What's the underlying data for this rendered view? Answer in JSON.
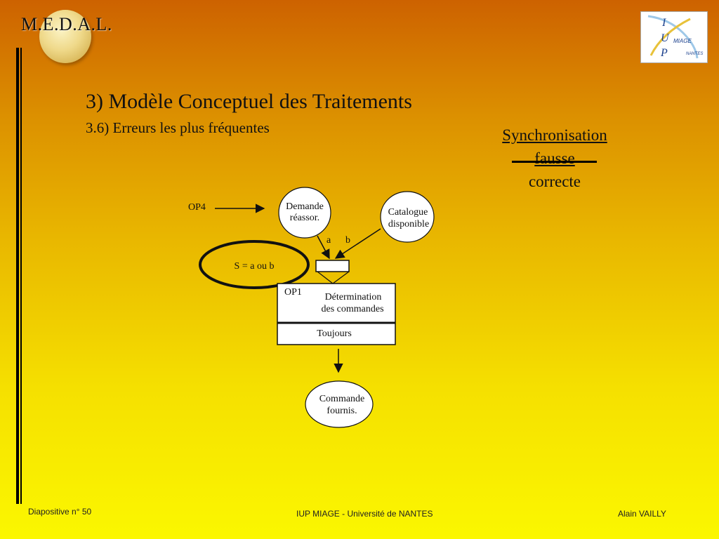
{
  "header": {
    "title": "M.E.D.A.L.",
    "logo_letters": [
      "I",
      "U",
      "P"
    ],
    "logo_words": [
      "MIAGE",
      "NANTES"
    ]
  },
  "slide": {
    "title": "3) Modèle Conceptuel des Traitements",
    "subtitle": "3.6) Erreurs les plus fréquentes"
  },
  "sync": {
    "title": "Synchronisation",
    "wrong": "fausse",
    "correct": "correcte"
  },
  "diagram": {
    "op4_label": "OP4",
    "event_demande": [
      "Demande",
      "réassor."
    ],
    "event_catalogue": [
      "Catalogue",
      "disponible"
    ],
    "sync_a": "a",
    "sync_b": "b",
    "sync_condition": "S = a ou b",
    "op1_label": "OP1",
    "operation": [
      "Détermination",
      "des commandes"
    ],
    "emission_rule": "Toujours",
    "event_commande": [
      "Commande",
      "fournis."
    ]
  },
  "footer": {
    "slide_number": "Diapositive n° 50",
    "institution": "IUP MIAGE - Université de NANTES",
    "author": "Alain VAILLY"
  }
}
